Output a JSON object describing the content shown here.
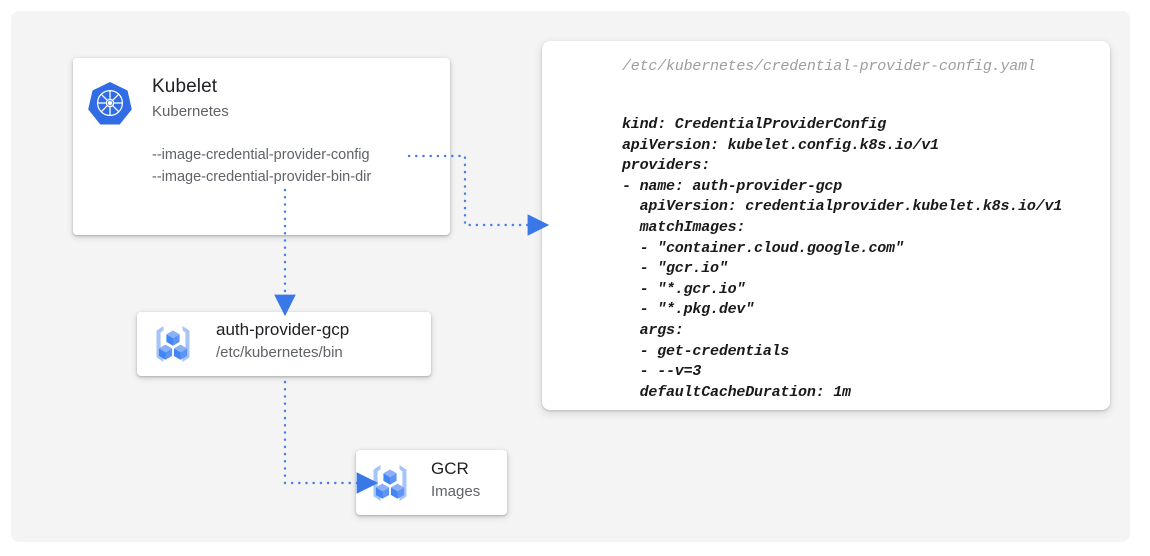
{
  "theme": {
    "canvas_bg": "#f4f4f4",
    "page_bg": "#ffffff",
    "card_bg": "#ffffff",
    "accent_blue": "#4285f4",
    "connector_blue": "#4a7fe0",
    "title_color": "#202124",
    "muted_color": "#5f6368",
    "code_color": "#1a1a1a",
    "path_color": "#9e9e9e",
    "icon_blue_dark": "#4285f4",
    "icon_blue_light": "#a7c4f7"
  },
  "nodes": {
    "kubelet": {
      "icon": "kubernetes-helm-icon",
      "title": "Kubelet",
      "subtitle": "Kubernetes",
      "flags": [
        "--image-credential-provider-config",
        "--image-credential-provider-bin-dir"
      ]
    },
    "auth_provider": {
      "icon": "container-registry-icon",
      "title": "auth-provider-gcp",
      "subtitle": "/etc/kubernetes/bin"
    },
    "gcr": {
      "icon": "container-registry-icon",
      "title": "GCR",
      "subtitle": "Images"
    }
  },
  "yaml_panel": {
    "path": "/etc/kubernetes/credential-provider-config.yaml",
    "content": "kind: CredentialProviderConfig\napiVersion: kubelet.config.k8s.io/v1\nproviders:\n- name: auth-provider-gcp\n  apiVersion: credentialprovider.kubelet.k8s.io/v1\n  matchImages:\n  - \"container.cloud.google.com\"\n  - \"gcr.io\"\n  - \"*.gcr.io\"\n  - \"*.pkg.dev\"\n  args:\n  - get-credentials\n  - --v=3\n  defaultCacheDuration: 1m"
  },
  "connectors": [
    {
      "name": "kubelet-config-flag-to-yaml",
      "from": "kubelet.flags.0",
      "to": "yaml_panel",
      "style": "dotted",
      "arrow": "right"
    },
    {
      "name": "kubelet-bin-dir-to-auth-provider",
      "from": "kubelet",
      "to": "auth_provider",
      "style": "dotted",
      "arrow": "down"
    },
    {
      "name": "auth-provider-to-gcr",
      "from": "auth_provider",
      "to": "gcr",
      "style": "dotted",
      "arrow": "right"
    }
  ]
}
